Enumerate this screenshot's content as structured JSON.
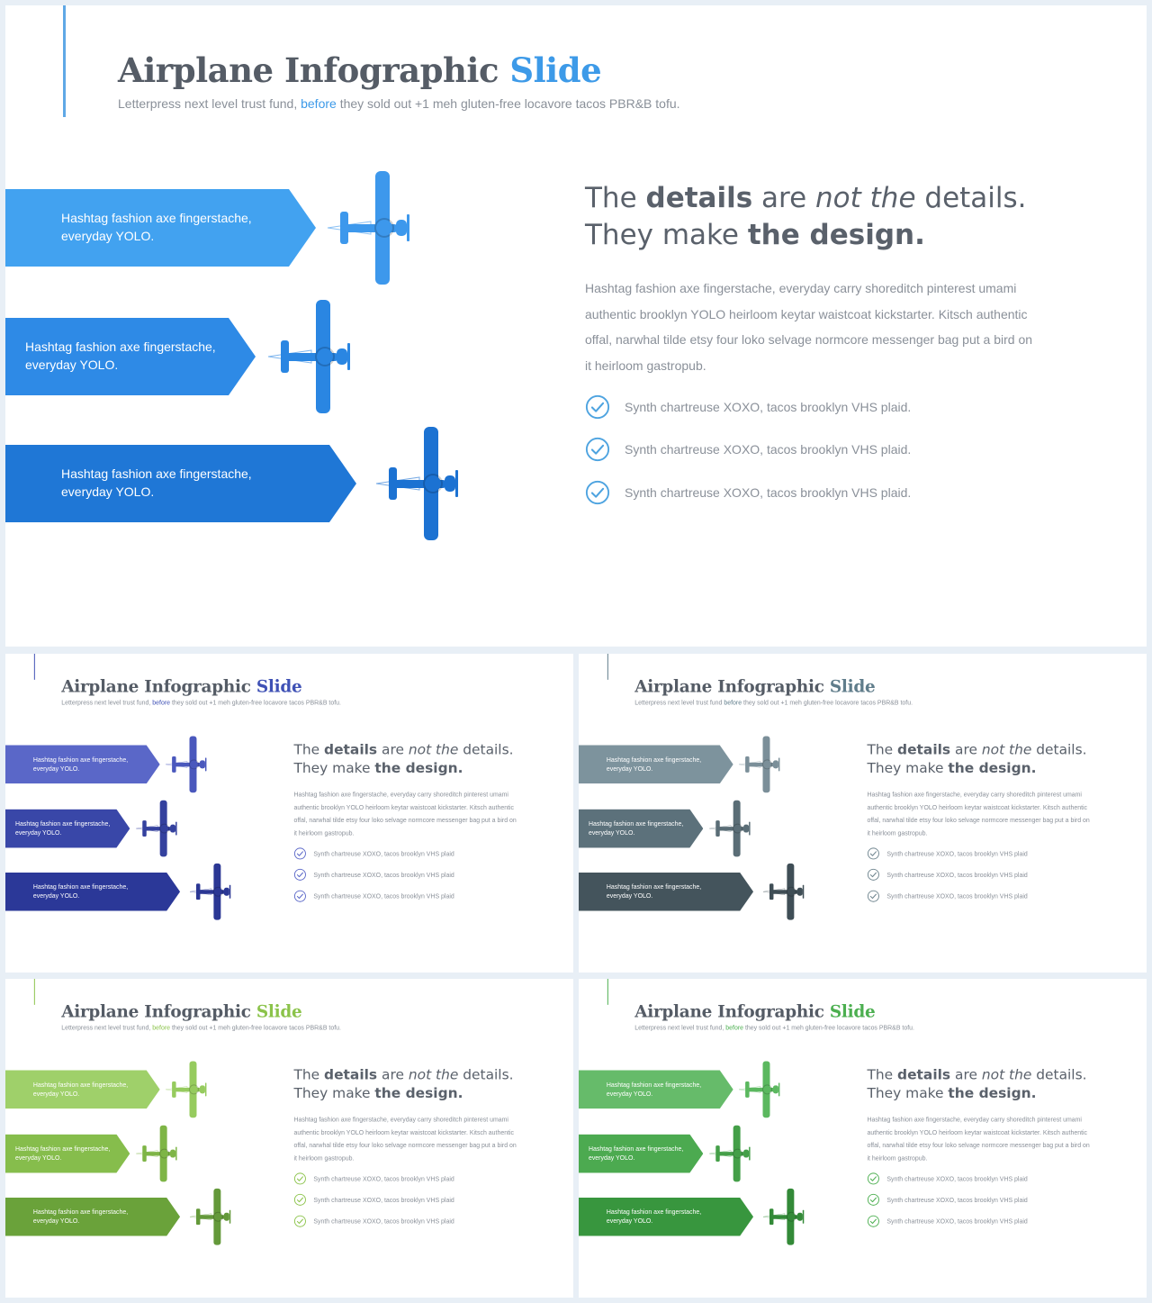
{
  "slides": [
    {
      "title_main": "Airplane Infographic ",
      "title_accent": "Slide",
      "subtitle_pre": "Letterpress next level trust fund, ",
      "subtitle_link": "before",
      "subtitle_post": " they sold out +1 meh gluten-free locavore tacos PBR&B tofu.",
      "headline_1a": "The ",
      "headline_1b": "details",
      "headline_1c": " are ",
      "headline_1d": "not the",
      "headline_1e": " details.",
      "headline_2a": "They make ",
      "headline_2b": "the design.",
      "paragraph": "Hashtag fashion axe fingerstache, everyday carry shoreditch pinterest umami authentic brooklyn YOLO heirloom keytar waistcoat kickstarter. Kitsch authentic offal, narwhal tilde etsy four loko selvage normcore messenger bag put a bird on it heirloom gastropub.",
      "banners": [
        {
          "line1": "Hashtag fashion axe fingerstache,",
          "line2": "everyday YOLO."
        },
        {
          "line1": "Hashtag fashion axe fingerstache,",
          "line2": "everyday YOLO."
        },
        {
          "line1": "Hashtag fashion axe fingerstache,",
          "line2": "everyday YOLO."
        }
      ],
      "checks": [
        "Synth chartreuse XOXO, tacos brooklyn VHS plaid.",
        "Synth chartreuse XOXO, tacos brooklyn VHS plaid.",
        "Synth chartreuse XOXO, tacos brooklyn VHS plaid."
      ]
    },
    {
      "title_main": "Airplane Infographic ",
      "title_accent": "Slide",
      "subtitle_pre": "Letterpress next level trust fund, ",
      "subtitle_link": "before",
      "subtitle_post": " they sold out +1 meh gluten-free locavore tacos PBR&B tofu.",
      "headline_1a": "The ",
      "headline_1b": "details",
      "headline_1c": " are ",
      "headline_1d": "not the",
      "headline_1e": " details.",
      "headline_2a": "They make ",
      "headline_2b": "the design.",
      "paragraph": "Hashtag fashion axe fingerstache, everyday carry shoreditch pinterest umami authentic brooklyn YOLO heirloom keytar waistcoat kickstarter. Kitsch authentic offal, narwhal tilde etsy four loko selvage normcore messenger bag put a bird on it heirloom gastropub.",
      "banners": [
        {
          "line1": "Hashtag fashion axe fingerstache,",
          "line2": "everyday YOLO."
        },
        {
          "line1": "Hashtag fashion axe fingerstache,",
          "line2": "everyday YOLO."
        },
        {
          "line1": "Hashtag fashion axe fingerstache,",
          "line2": "everyday YOLO."
        }
      ],
      "checks": [
        "Synth chartreuse XOXO, tacos brooklyn VHS plaid",
        "Synth chartreuse XOXO, tacos brooklyn VHS plaid",
        "Synth chartreuse XOXO, tacos brooklyn VHS plaid"
      ]
    },
    {
      "title_main": "Airplane Infographic ",
      "title_accent": "Slide",
      "subtitle_pre": "Letterpress next level trust fund ",
      "subtitle_link": "before",
      "subtitle_post": " they sold out +1 meh gluten-free locavore tacos PBR&B tofu.",
      "headline_1a": "The ",
      "headline_1b": "details",
      "headline_1c": " are ",
      "headline_1d": "not the",
      "headline_1e": " details.",
      "headline_2a": "They make ",
      "headline_2b": "the design.",
      "paragraph": "Hashtag fashion axe fingerstache, everyday carry shoreditch pinterest umami authentic brooklyn YOLO heirloom keytar waistcoat kickstarter. Kitsch authentic offal, narwhal tilde etsy four loko selvage normcore messenger bag put a bird on it heirloom gastropub.",
      "banners": [
        {
          "line1": "Hashtag fashion axe fingerstache,",
          "line2": "everyday YOLO."
        },
        {
          "line1": "Hashtag fashion axe fingerstache,",
          "line2": "everyday YOLO."
        },
        {
          "line1": "Hashtag fashion axe fingerstache,",
          "line2": "everyday YOLO."
        }
      ],
      "checks": [
        "Synth chartreuse XOXO, tacos brooklyn VHS plaid",
        "Synth chartreuse XOXO, tacos brooklyn VHS plaid",
        "Synth chartreuse XOXO, tacos brooklyn VHS plaid"
      ]
    },
    {
      "title_main": "Airplane Infographic ",
      "title_accent": "Slide",
      "subtitle_pre": "Letterpress next level trust fund, ",
      "subtitle_link": "before",
      "subtitle_post": " they sold out +1 meh gluten-free locavore tacos PBR&B tofu.",
      "headline_1a": "The ",
      "headline_1b": "details",
      "headline_1c": " are ",
      "headline_1d": "not the",
      "headline_1e": " details.",
      "headline_2a": "They make ",
      "headline_2b": "the design.",
      "paragraph": "Hashtag fashion axe fingerstache, everyday carry shoreditch pinterest umami authentic brooklyn YOLO heirloom keytar waistcoat kickstarter. Kitsch authentic offal, narwhal tilde etsy four loko selvage normcore messenger bag put a bird on it heirloom gastropub.",
      "banners": [
        {
          "line1": "Hashtag fashion axe fingerstache,",
          "line2": "everyday YOLO."
        },
        {
          "line1": "Hashtag fashion axe fingerstache,",
          "line2": "everyday YOLO."
        },
        {
          "line1": "Hashtag fashion axe fingerstache,",
          "line2": "everyday YOLO."
        }
      ],
      "checks": [
        "Synth chartreuse XOXO, tacos brooklyn VHS plaid",
        "Synth chartreuse XOXO, tacos brooklyn VHS plaid",
        "Synth chartreuse XOXO, tacos brooklyn VHS plaid"
      ]
    },
    {
      "title_main": "Airplane Infographic ",
      "title_accent": "Slide",
      "subtitle_pre": "Letterpress next level trust fund, ",
      "subtitle_link": "before",
      "subtitle_post": " they sold out +1 meh gluten-free locavore tacos PBR&B tofu.",
      "headline_1a": "The ",
      "headline_1b": "details",
      "headline_1c": " are ",
      "headline_1d": "not the",
      "headline_1e": " details.",
      "headline_2a": "They make ",
      "headline_2b": "the design.",
      "paragraph": "Hashtag fashion axe fingerstache, everyday carry shoreditch pinterest umami authentic brooklyn YOLO heirloom keytar waistcoat kickstarter. Kitsch authentic offal, narwhal tilde etsy four loko selvage normcore messenger bag put a bird on it heirloom gastropub.",
      "banners": [
        {
          "line1": "Hashtag fashion axe fingerstache,",
          "line2": "everyday YOLO."
        },
        {
          "line1": "Hashtag fashion axe fingerstache,",
          "line2": "everyday YOLO."
        },
        {
          "line1": "Hashtag fashion axe fingerstache,",
          "line2": "everyday YOLO."
        }
      ],
      "checks": [
        "Synth chartreuse XOXO, tacos brooklyn VHS plaid",
        "Synth chartreuse XOXO, tacos brooklyn VHS plaid",
        "Synth chartreuse XOXO, tacos brooklyn VHS plaid"
      ]
    }
  ],
  "themes": [
    {
      "accent": "#3d9ae8",
      "rule": "#5fa8e6",
      "banners": [
        "#42a2f0",
        "#2e8ae6",
        "#1f77d6"
      ],
      "planes": [
        "#3d98ec",
        "#2a86e2",
        "#1c72d2"
      ],
      "check": "#4da3e0"
    },
    {
      "accent": "#3f51b5",
      "rule": "#3f51b5",
      "banners": [
        "#5a67c8",
        "#3947a8",
        "#2b3898"
      ],
      "planes": [
        "#4a58bd",
        "#34419e",
        "#2b3794"
      ],
      "check": "#5a67c8"
    },
    {
      "accent": "#607d8b",
      "rule": "#607d8b",
      "banners": [
        "#7d939d",
        "#5c717b",
        "#44545c"
      ],
      "planes": [
        "#7b8f99",
        "#5a6d76",
        "#3f4e56"
      ],
      "check": "#6e848e"
    },
    {
      "accent": "#8bc34a",
      "rule": "#8bc34a",
      "banners": [
        "#9fd06a",
        "#86bd4c",
        "#6aa23a"
      ],
      "planes": [
        "#96cb5e",
        "#7eb546",
        "#64993a"
      ],
      "check": "#8bc34a"
    },
    {
      "accent": "#4caf50",
      "rule": "#4caf50",
      "banners": [
        "#66bb6a",
        "#4caa50",
        "#38963e"
      ],
      "planes": [
        "#5bb85f",
        "#449f48",
        "#338a38"
      ],
      "check": "#4caf50"
    }
  ]
}
